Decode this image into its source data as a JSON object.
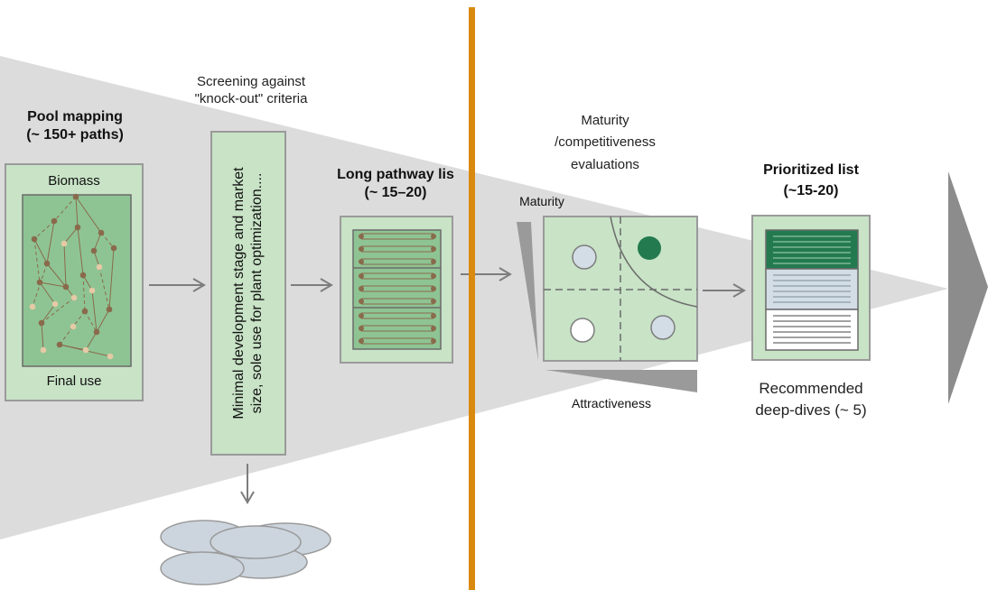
{
  "colors": {
    "funnel": "#dcdcdc",
    "box_fill": "#c8e3c6",
    "box_border": "#9a9a9a",
    "inner_fill": "#8ec493",
    "node_dark": "#8a6a4c",
    "node_light": "#e6c9a6",
    "divider": "#d98a0e",
    "dark_green": "#237a4f",
    "circle_blue": "#d3dde5",
    "ellipse_fill": "#ccd5de",
    "arrow": "#7d7d7d",
    "chevron": "#8c8c8c"
  },
  "pool": {
    "title_line1": "Pool mapping",
    "title_line2": "(~ 150+ paths)",
    "top_label": "Biomass",
    "bottom_label": "Final use"
  },
  "screening": {
    "heading_line1": "Screening against",
    "heading_line2": "\"knock-out\" criteria",
    "criteria_line1": "Minimal  development stage and market",
    "criteria_line2": "size, sole use for  plant optimization...."
  },
  "long_list": {
    "title_line1": "Long pathway lis",
    "title_line2": "(~ 15–20)"
  },
  "evaluation": {
    "heading_line1": "Maturity",
    "heading_line2": "/competitiveness",
    "heading_line3": "evaluations",
    "y_axis_label": "Maturity",
    "x_axis_label": "Attractiveness"
  },
  "prioritized": {
    "title_line1": "Prioritized list",
    "title_line2": "(~15-20)",
    "caption_line1": "Recommended",
    "caption_line2": "deep-dives (~ 5)"
  }
}
